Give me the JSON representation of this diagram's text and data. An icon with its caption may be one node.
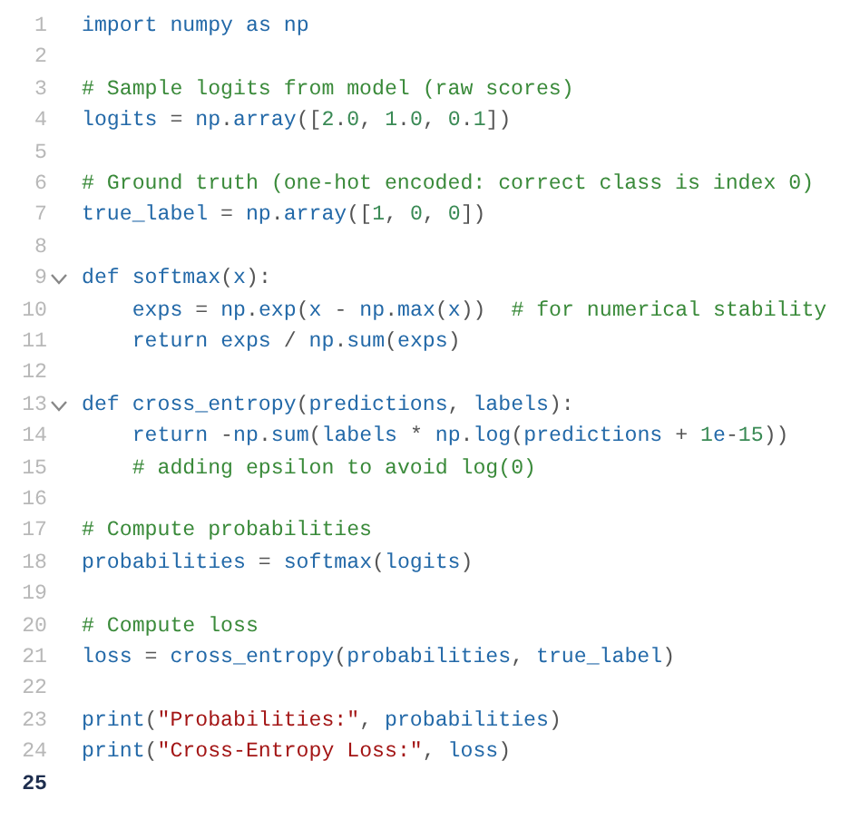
{
  "diagram": {
    "labels": [
      "1",
      "import numpy as np",
      "2",
      "3",
      "# Sample logits from model (raw scores)",
      "4",
      "logits = np.array([2.0, 1.0, 0.1])",
      "5",
      "6",
      "# Ground truth (one-hot encoded: correct class is index 0)",
      "7",
      "true_label = np.array([1, 0, 0])",
      "8",
      "9",
      "def softmax(x):",
      "10",
      "    exps = np.exp(x - np.max(x))  # for numerical stability",
      "11",
      "    return exps / np.sum(exps)",
      "12",
      "13",
      "def cross_entropy(predictions, labels):",
      "14",
      "    return -np.sum(labels * np.log(predictions + 1e-15))",
      "15",
      "    # adding epsilon to avoid log(0)",
      "16",
      "17",
      "# Compute probabilities",
      "18",
      "probabilities = softmax(logits)",
      "19",
      "20",
      "# Compute loss",
      "21",
      "loss = cross_entropy(probabilities, true_label)",
      "22",
      "23",
      "print(\"Probabilities:\", probabilities)",
      "24",
      "print(\"Cross-Entropy Loss:\", loss)",
      "25"
    ]
  }
}
